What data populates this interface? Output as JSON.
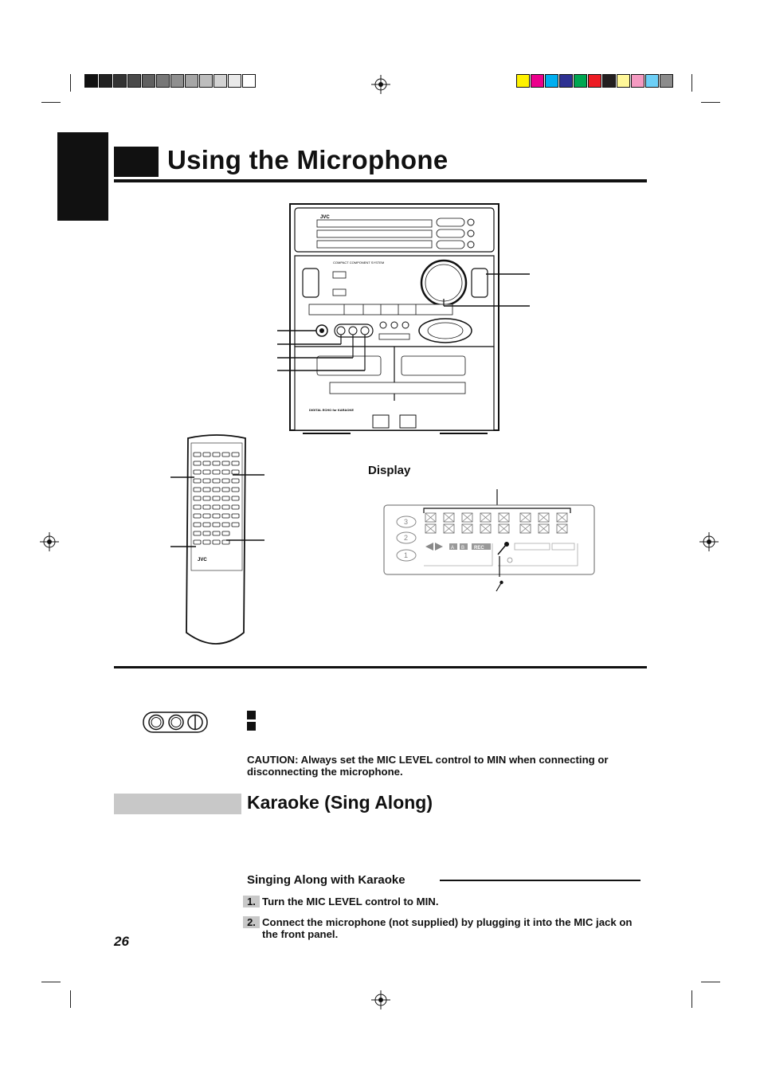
{
  "page": {
    "title": "Using the Microphone",
    "display_label": "Display",
    "caution": "CAUTION: Always set the MIC LEVEL control to MIN when connecting or disconnecting the microphone.",
    "section_title": "Karaoke (Sing Along)",
    "subsection_title": "Singing Along with Karaoke",
    "steps": [
      {
        "num": "1.",
        "text": "Turn the MIC LEVEL control to MIN."
      },
      {
        "num": "2.",
        "text": "Connect the microphone (not supplied) by plugging it into the MIC jack on the front panel."
      }
    ],
    "page_number": "26"
  },
  "device": {
    "brand": "JVC",
    "panel_text": "COMPACT COMPONENT SYSTEM",
    "bottom_text": "DIGITAL ECHO  for KARAOKE"
  },
  "remote": {
    "brand": "JVC"
  },
  "display_panel": {
    "disc_numbers": [
      "3",
      "2",
      "1"
    ],
    "tags": [
      "A",
      "B",
      "REC"
    ]
  },
  "colors": {
    "grey_swatches": [
      "#111111",
      "#222222",
      "#333333",
      "#4a4a4a",
      "#606060",
      "#777777",
      "#8f8f8f",
      "#a6a6a6",
      "#bdbdbd",
      "#d3d3d3",
      "#e9e9e9",
      "#ffffff"
    ],
    "color_swatches": [
      "#fff200",
      "#ec008c",
      "#00aeef",
      "#2e3192",
      "#00a651",
      "#ed1c24",
      "#231f20",
      "#fff799",
      "#f49ac1",
      "#6dcff6",
      "#8c8c8c"
    ]
  }
}
